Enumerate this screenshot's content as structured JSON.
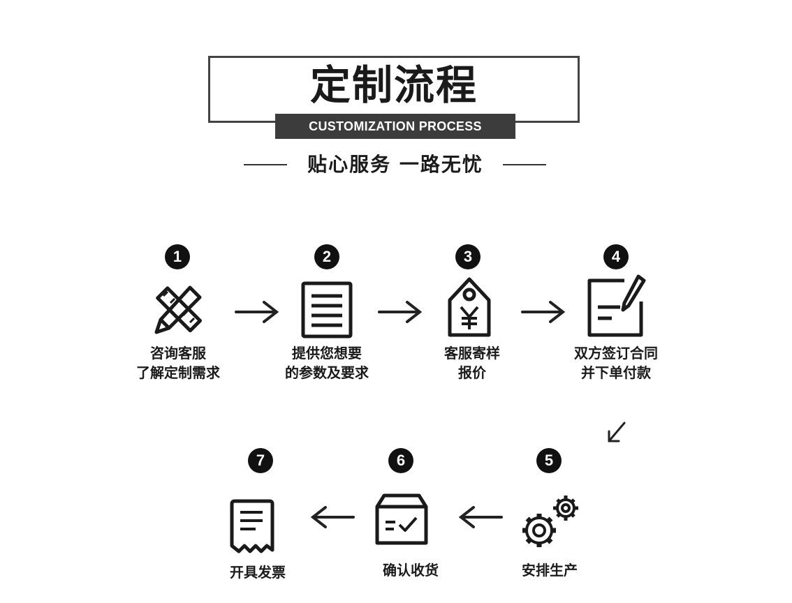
{
  "header": {
    "title": "定制流程",
    "subtitle": "CUSTOMIZATION PROCESS",
    "tagline": "贴心服务 一路无忧"
  },
  "steps": [
    {
      "number": "1",
      "line1": "咨询客服",
      "line2": "了解定制需求",
      "icon": "pencil-ruler-icon"
    },
    {
      "number": "2",
      "line1": "提供您想要",
      "line2": "的参数及要求",
      "icon": "document-list-icon"
    },
    {
      "number": "3",
      "line1": "客服寄样",
      "line2": "报价",
      "icon": "price-tag-yen-icon"
    },
    {
      "number": "4",
      "line1": "双方签订合同",
      "line2": "并下单付款",
      "icon": "contract-sign-icon"
    },
    {
      "number": "5",
      "line1": "安排生产",
      "line2": "",
      "icon": "gears-icon"
    },
    {
      "number": "6",
      "line1": "确认收货",
      "line2": "",
      "icon": "package-check-icon"
    },
    {
      "number": "7",
      "line1": "开具发票",
      "line2": "",
      "icon": "invoice-receipt-icon"
    }
  ],
  "colors": {
    "ink": "#1a1a1a",
    "banner": "#3c3c3c",
    "border": "#444444"
  }
}
